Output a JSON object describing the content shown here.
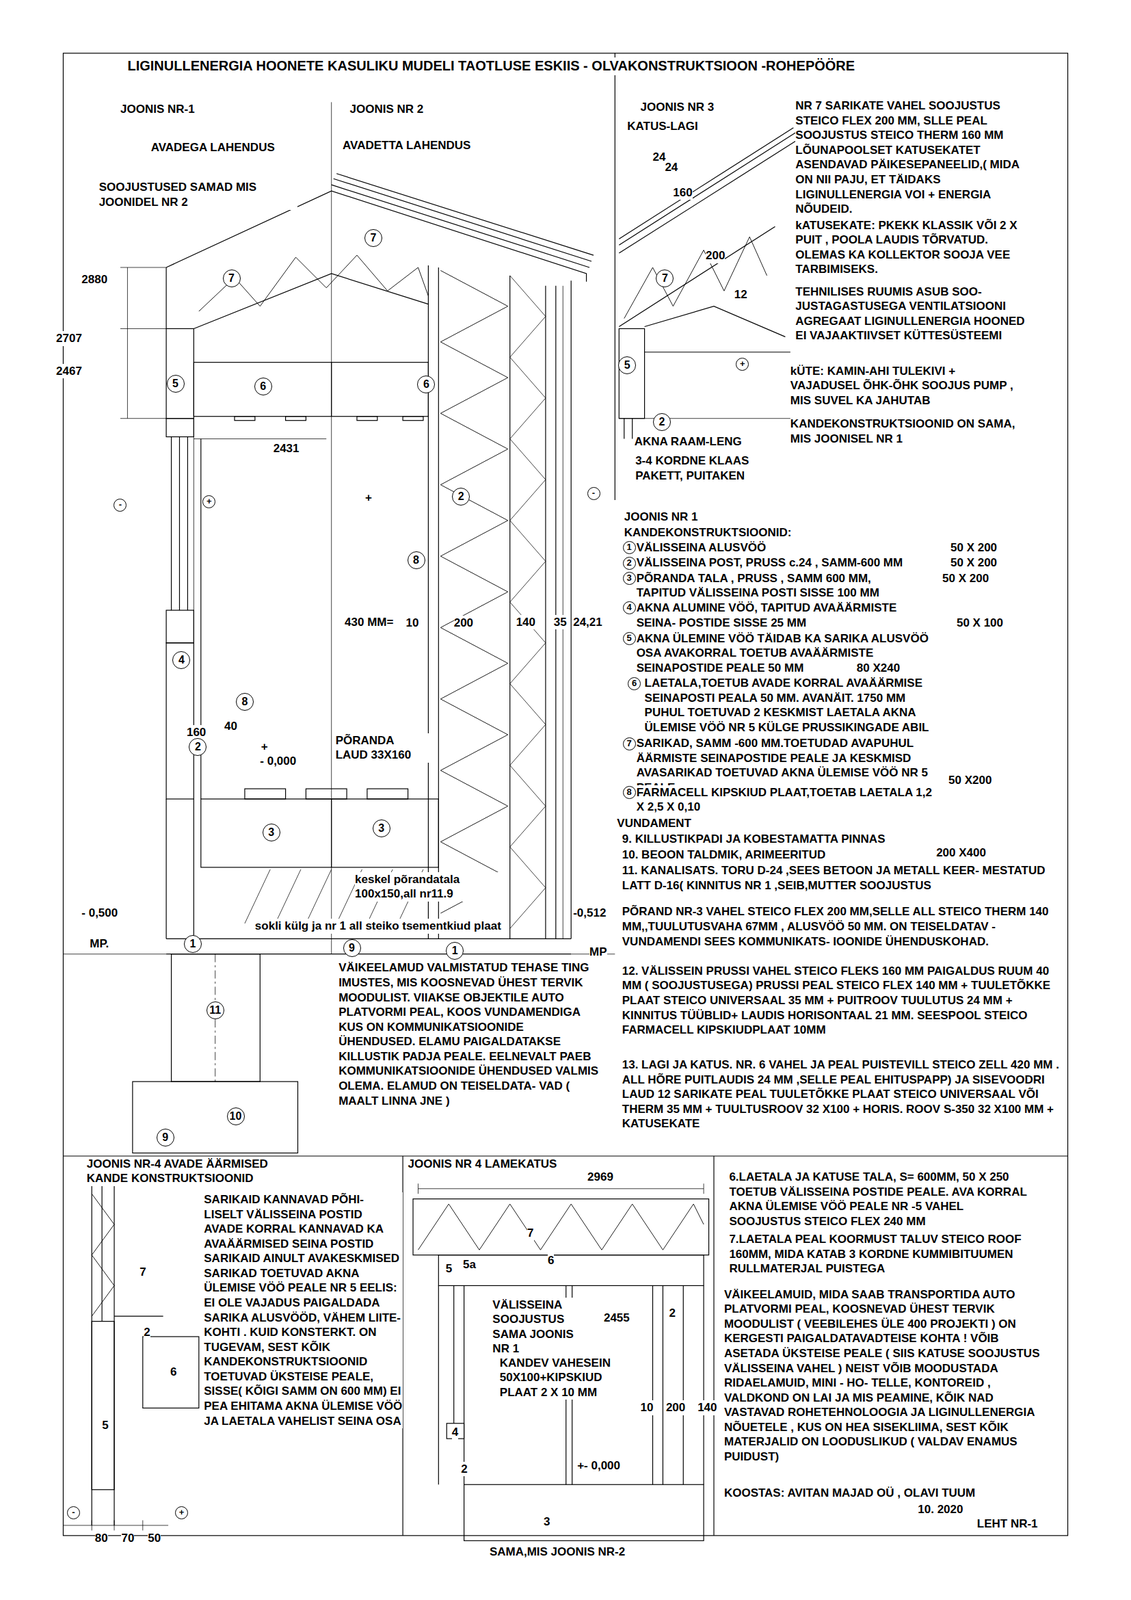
{
  "diagram": {
    "title": "LIGINULLENERGIA HOONETE KASULIKU MUDELI TAOTLUSE ESKIIS - OLVAKONSTRUKTSIOON -ROHEPÖÖRE",
    "labels": [
      "JOONIS NR-1",
      "AVADEGA LAHENDUS",
      "SOOJUSTUSED SAMAD MIS JOONIDEL NR 2",
      "JOONIS NR 2",
      "AVADETTA LAHENDUS",
      "JOONIS NR 3",
      "KATUS-LAGI",
      "NR 7 SARIKATE VAHEL SOOJUSTUS STEICO FLEX 200 MM, SLLE PEAL SOOJUSTUS STEICO THERM 160 MM LÕUNAPOOLSET KATUSEKATET ASENDAVAD PÄIKESEPANEELID,( MIDA ON NII PAJU, ET TÄIDAKS LIGINULLENERGIA VOI + ENERGIA NÕUDEID.",
      "kATUSEKATE: PKEKK KLASSIK VÕI 2 X PUIT , POOLA LAUDIS TÕRVATUD. OLEMAS KA KOLLEKTOR SOOJA VEE TARBIMISEKS.",
      "TEHNILISES RUUMIS ASUB SOO- JUSTAGASTUSEGA VENTILATSIOONI AGREGAAT LIGINULLENERGIA HOONED EI VAJAAKTIIVSET KÜTTESÜSTEEMI",
      "kÜTE: KAMIN-AHI TULEKIVI + VAJADUSEL ÕHK-ÕHK SOOJUS PUMP , MIS SUVEL KA JAHUTAB",
      "KANDEKONSTRUKTSIOONID ON SAMA, MIS JOONISEL NR 1",
      "2880",
      "2707",
      "2467",
      "7",
      "7",
      "5",
      "6",
      "6",
      "24",
      "24",
      "160",
      "200",
      "12",
      "7",
      "5",
      "+",
      "2",
      "AKNA RAAM-LENG",
      "3-4 KORDNE KLAAS PAKETT, PUITAKEN",
      "2431",
      "-",
      "+",
      "+",
      "2",
      "-",
      "8",
      "430 MM=",
      "10",
      "200",
      "140",
      "35",
      "24,21",
      "4",
      "8",
      "160",
      "40",
      "2",
      "+",
      "- 0,000",
      "PÕRANDA LAUD 33X160",
      "3",
      "3",
      "keskel põrandatala 100x150,all nr11.9",
      "- 0,500",
      "-0,512",
      "MP.",
      "1",
      "sokli külg ja nr 1 all steiko tsementkiud plaat",
      "9",
      "1",
      "MP",
      "11",
      "10",
      "9",
      "VÄIKEELAMUD VALMISTATUD TEHASE TING IMUSTES, MIS KOOSNEVAD ÜHEST TERVIK MOODULIST. VIIAKSE OBJEKTILE AUTO PLATVORMI PEAL, KOOS VUNDAMENDIGA KUS ON KOMMUNIKATSIOONIDE ÜHENDUSED. ELAMU PAIGALDATAKSE KILLUSTIK PADJA PEALE. EELNEVALT PAEB KOMMUNIKATSIOONIDE ÜHENDUSED VALMIS OLEMA. ELAMUD ON TEISELDATA- VAD ( MAALT LINNA JNE )",
      "JOONIS NR 1",
      "KANDEKONSTRUKTSIOONID:",
      "1",
      "VÄLISSEINA ALUSVÖÖ",
      "50 X 200",
      "2",
      "VÄLISSEINA POST, PRUSS c.24 , SAMM-600 MM",
      "50 X 200",
      "3",
      "PÕRANDA TALA , PRUSS , SAMM 600 MM, TAPITUD VÄLISSEINA POSTI SISSE 100 MM",
      "50 X 200",
      "4",
      "AKNA ALUMINE VÖÖ, TAPITUD AVAÄÄRMISTE SEINA- POSTIDE SISSE 25 MM",
      "50 X 100",
      "5",
      "AKNA ÜLEMINE VÖÖ TÄIDAB KA SARIKA ALUSVÖÖ OSA AVAKORRAL TOETUB AVAÄÄRMISTE SEINAPOSTIDE PEALE 50 MM",
      "80 X240",
      "6",
      "LAETALA,TOETUB AVADE KORRAL AVAÄÄRMISE SEINAPOSTI PEALA 50 MM. AVANÄIT. 1750 MM PUHUL TOETUVAD 2 KESKMIST LAETALA AKNA ÜLEMISE VÖÖ NR 5 KÜLGE PRUSSIKINGADE ABIL",
      "7",
      "SARIKAD, SAMM -600 MM.TOETUDAD AVAPUHUL ÄÄRMISTE SEINAPOSTIDE PEALE JA KESKMISD AVASARIKAD TOETUVAD AKNA ÜLEMISE VÖÖ NR 5 PEALE",
      "50 X200",
      "8",
      "FARMACELL KIPSKIUD PLAAT,TOETAB LAETALA 1,2 X 2,5 X 0,10",
      "VUNDAMENT",
      "9. KILLUSTIKPADI JA KOBESTAMATTA PINNAS",
      "10. BEOON TALDMIK, ARIMEERITUD",
      "200 X400",
      "11. KANALISATS. TORU D-24 ,SEES BETOON JA METALL KEER- MESTATUD LATT D-16( KINNITUS NR 1 ,SEIB,MUTTER SOOJUSTUS",
      "PÕRAND NR-3 VAHEL STEICO FLEX 200 MM,SELLE ALL STEICO THERM 140 MM,,TUULUTUSVAHA 67MM , ALUSVÖÖ 50 MM. ON TEISELDATAV - VUNDAMENDI SEES KOMMUNIKATS- IOONIDE ÜHENDUSKOHAD.",
      "12. VÄLISSEIN PRUSSI VAHEL STEICO FLEKS 160 MM PAIGALDUS RUUM 40 MM ( SOOJUSTUSEGA) PRUSSI PEAL STEICO FLEX 140 MM + TUULETÕKKE PLAAT STEICO UNIVERSAAL 35 MM + PUITROOV TUULUTUS 24 MM + KINNITUS TÜÜBLID+ LAUDIS HORISONTAAL 21 MM. SEESPOOL STEICO FARMACELL KIPSKIUDPLAAT 10MM",
      "13. LAGI JA KATUS. NR. 6 VAHEL JA PEAL PUISTEVILL STEICO ZELL 420 MM . ALL HÕRE PUITLAUDIS 24 MM ,SELLE PEAL EHITUSPAPP) JA SISEVOODRI LAUD 12 SARIKATE PEAL TUULETÕKKE PLAAT STEICO UNIVERSAAL VÕI THERM 35 MM + TUULTUSROOV 32 X100 + HORIS. ROOV S-350 32 X100 MM + KATUSEKATE",
      "JOONIS NR-4 AVADE ÄÄRMISED KANDE KONSTRUKTSIOONID",
      "SARIKAID KANNAVAD PÕHI- LISELT VÄLISSEINA POSTID AVADE KORRAL KANNAVAD KA AVAÄÄRMISED SEINA POSTID SARIKAID AINULT AVAKESKMISED SARIKAD TOETUVAD AKNA ÜLEMISE VÖÖ PEALE NR 5 EELIS: EI OLE VAJADUS PAIGALDADA SARIKA ALUSVÖÖD, VÄHEM LIITE- KOHTI . KUID KONSTERKT. ON TUGEVAM, SEST KÕIK KANDEKONSTRUKTSIOONID TOETUVAD ÜKSTEISE PEALE, SISSE( KÕIGI SAMM ON 600 MM) EI PEA EHITAMA AKNA ÜLEMISE VÖÖ JA LAETALA VAHELIST SEINA OSA",
      "7",
      "2",
      "6",
      "5",
      "-",
      "+",
      "80",
      "70",
      "50",
      "JOONIS NR 4 LAMEKATUS",
      "2969",
      "7",
      "6",
      "5",
      "5a",
      "VÄLISSEINA SOOJUSTUS SAMA JOONIS NR 1",
      "2455",
      "2",
      "KANDEV VAHESEIN 50X100+KIPSKIUD PLAAT 2 X 10 MM",
      "10",
      "200",
      "140",
      "4",
      "2",
      "+- 0,000",
      "3",
      "SAMA,MIS JOONIS NR-2",
      "6.LAETALA JA KATUSE TALA, S= 600MM, 50 X 250 TOETUB VÄLISSEINA POSTIDE PEALE. AVA KORRAL AKNA ÜLEMISE VÖÖ PEALE NR -5 VAHEL SOOJUSTUS STEICO FLEX 240 MM",
      "7.LAETALA PEAL KOORMUST TALUV STEICO ROOF 160MM, MIDA KATAB 3 KORDNE KUMMIBITUUMEN RULLMATERJAL PUISTEGA",
      "VÄIKEELAMUID, MIDA SAAB TRANSPORTIDA AUTO PLATVORMI PEAL, KOOSNEVAD ÜHEST TERVIK MOODULIST ( VEEBILEHES ÜLE 400 PROJEKTI ) ON KERGESTI PAIGALDATAVADTEISE KOHTA ! VÕIB ASETADA ÜKSTEISE PEALE ( SIIS KATUSE SOOJUSTUS VÄLISSEINA VAHEL ) NEIST VÕIB MOODUSTADA RIDAELAMUID, MINI - HO- TELLE, KONTOREID , VALDKOND ON LAI JA MIS PEAMINE, KÕIK NAD VASTAVAD ROHETEHNOLOOGIA JA LIGINULLENERGIA NÕUETELE , KUS ON HEA SISEKLIIMA, SEST KÕIK MATERJALID ON LOODUSLIKUD ( VALDAV ENAMUS PUIDUST)",
      "KOOSTAS: AVITAN MAJAD OÜ , OLAVI TUUM",
      "10. 2020",
      "LEHT NR-1"
    ]
  }
}
